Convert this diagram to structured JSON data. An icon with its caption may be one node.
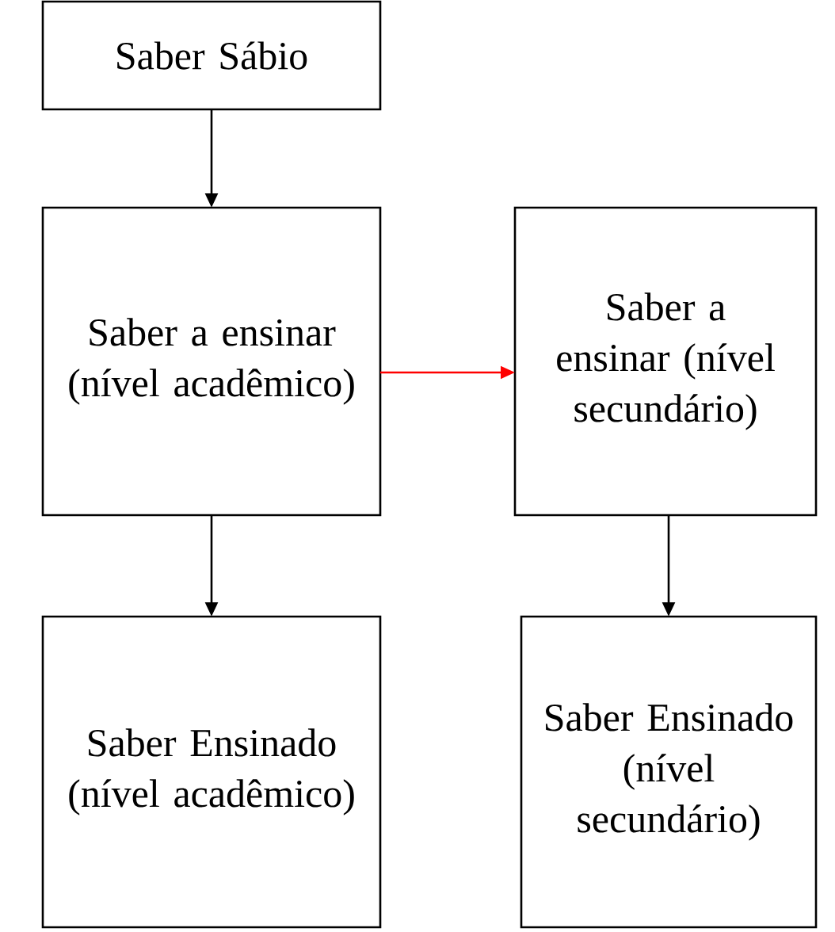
{
  "diagram": {
    "nodes": [
      {
        "text": [
          "Saber Sábio"
        ]
      },
      {
        "text": [
          "Saber a ensinar (nível acadêmico)"
        ]
      },
      {
        "text": [
          "Saber a ensinar (nível secundário)"
        ]
      },
      {
        "text": [
          "Saber Ensinado (nível acadêmico)"
        ]
      },
      {
        "text": [
          "Saber Ensinado (nível secundário)"
        ]
      }
    ],
    "edges": [
      {
        "from": 0,
        "to": 1,
        "arrow": "to"
      },
      {
        "from": 1,
        "to": 2,
        "arrow": "to",
        "color": "#ff0000"
      },
      {
        "from": 1,
        "to": 3,
        "arrow": "to"
      },
      {
        "from": 2,
        "to": 4,
        "arrow": "to"
      }
    ]
  }
}
